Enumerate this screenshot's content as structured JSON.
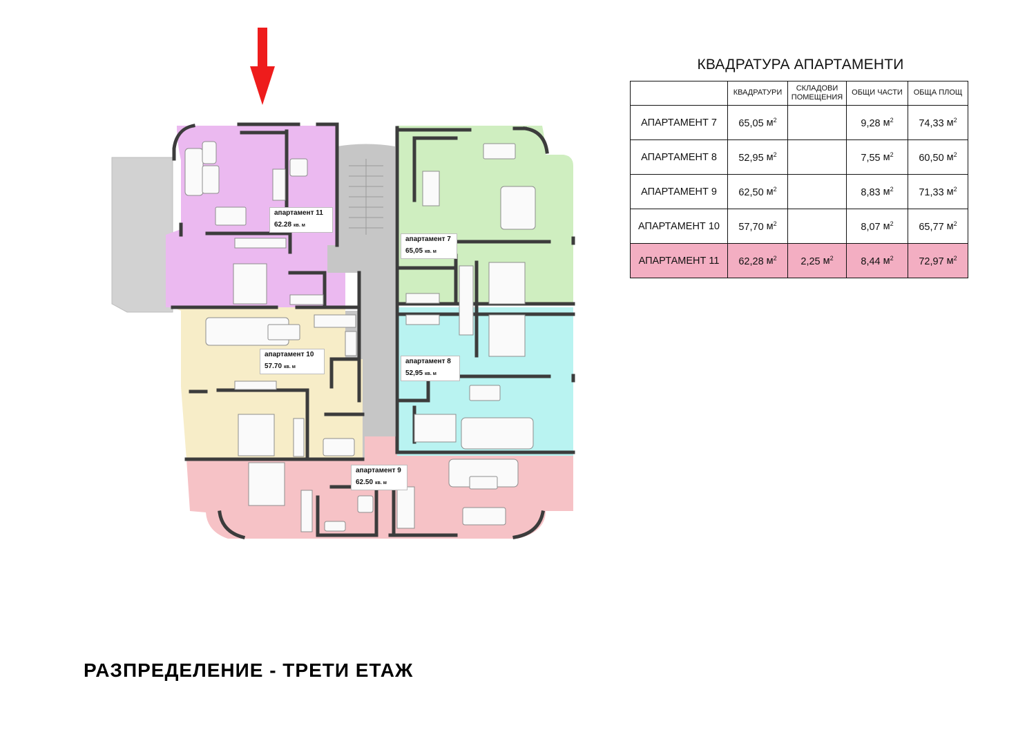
{
  "colors": {
    "apt7": "#cfeec0",
    "apt8": "#b9f3f1",
    "apt9": "#f6c2c6",
    "apt10": "#f7edc8",
    "apt11": "#ebb9f0",
    "corridor": "#c6c6c6",
    "highlight_row": "#f3aec2",
    "arrow": "#ee1c1c",
    "wall": "#3c3c3c"
  },
  "plan": {
    "labels": [
      {
        "name": "апартамент 11",
        "area": "62.28",
        "unit": "кв. м"
      },
      {
        "name": "апартамент 7",
        "area": "65,05",
        "unit": "кв. м"
      },
      {
        "name": "апартамент 10",
        "area": "57.70",
        "unit": "кв. м"
      },
      {
        "name": "апартамент 8",
        "area": "52,95",
        "unit": "кв. м"
      },
      {
        "name": "апартамент 9",
        "area": "62.50",
        "unit": "кв. м"
      }
    ]
  },
  "table": {
    "title": "КВАДРАТУРА АПАРТАМЕНТИ",
    "headers": [
      "",
      "КВАДРАТУРИ",
      "СКЛАДОВИ ПОМЕЩЕНИЯ",
      "ОБЩИ ЧАСТИ",
      "ОБЩА ПЛОЩ"
    ],
    "unit": "м",
    "unit_exp": "2",
    "rows": [
      {
        "name": "АПАРТАМЕНТ 7",
        "area": "65,05",
        "storage": "",
        "common": "9,28",
        "total": "74,33",
        "highlight": false
      },
      {
        "name": "АПАРТАМЕНТ 8",
        "area": "52,95",
        "storage": "",
        "common": "7,55",
        "total": "60,50",
        "highlight": false
      },
      {
        "name": "АПАРТАМЕНТ 9",
        "area": "62,50",
        "storage": "",
        "common": "8,83",
        "total": "71,33",
        "highlight": false
      },
      {
        "name": "АПАРТАМЕНТ 10",
        "area": "57,70",
        "storage": "",
        "common": "8,07",
        "total": "65,77",
        "highlight": false
      },
      {
        "name": "АПАРТАМЕНТ 11",
        "area": "62,28",
        "storage": "2,25",
        "common": "8,44",
        "total": "72,97",
        "highlight": true
      }
    ]
  },
  "footer": {
    "title": "РАЗПРЕДЕЛЕНИЕ - ТРЕТИ  ЕТАЖ"
  }
}
